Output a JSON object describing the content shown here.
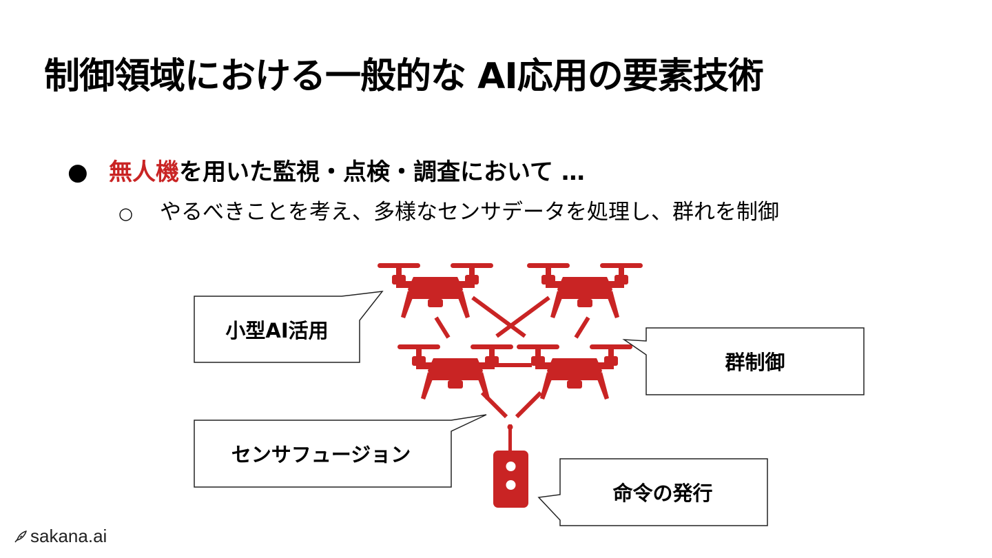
{
  "slide": {
    "title": "制御領域における一般的な AI応用の要素技術",
    "bullet": {
      "marker": "●",
      "highlight": "無人機",
      "rest": "を用いた監視・点検・調査において …"
    },
    "sub_bullet": {
      "marker": "○",
      "text": "やるべきことを考え、多様なセンサデータを処理し、群れを制御"
    }
  },
  "diagram": {
    "accent_color": "#c92424",
    "callouts": {
      "small_ai": "小型AI活用",
      "swarm": "群制御",
      "sensor_fusion": "センサフュージョン",
      "command": "命令の発行"
    },
    "icons": [
      "drone-icon",
      "drone-icon",
      "drone-icon",
      "drone-icon",
      "remote-controller-icon"
    ]
  },
  "footer": {
    "logo_text": "sakana.ai",
    "logo_icon": "fish-icon"
  }
}
